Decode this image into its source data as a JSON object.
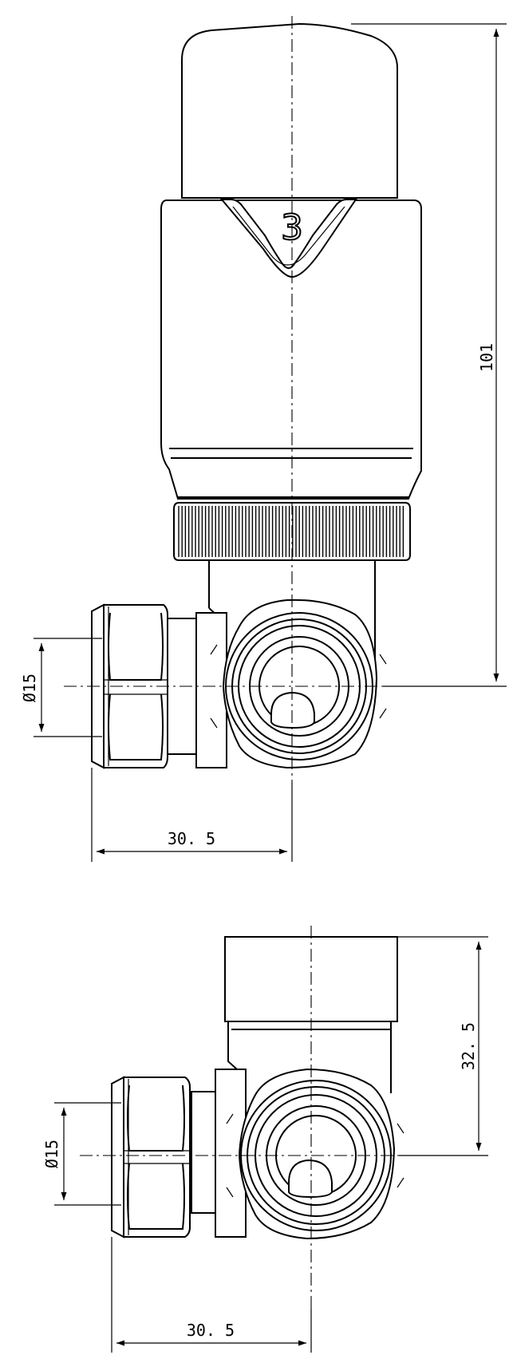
{
  "top_view": {
    "knob_setting": "3",
    "dim_height": "101",
    "dim_pipe_diameter": "Ø15",
    "dim_width": "30. 5"
  },
  "bottom_view": {
    "dim_height": "32. 5",
    "dim_pipe_diameter": "Ø15",
    "dim_width": "30. 5"
  }
}
